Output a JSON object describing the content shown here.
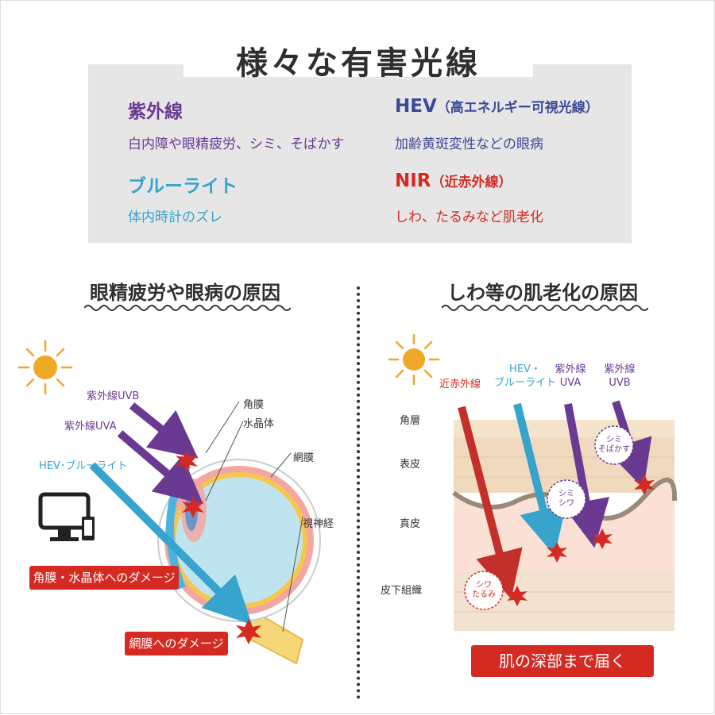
{
  "title": "様々な有害光線",
  "categories": [
    {
      "heading": "紫外線",
      "description": "白内障や眼精疲労、シミ、そばかす",
      "color": "#6a3a92"
    },
    {
      "heading": "HEV",
      "heading_sub": "（高エネルギー可視光線）",
      "description": "加齢黄斑変性などの眼病",
      "color": "#3a4a96"
    },
    {
      "heading": "ブルーライト",
      "description": "体内時計のズレ",
      "color": "#36a4cc"
    },
    {
      "heading": "NIR",
      "heading_sub": "（近赤外線）",
      "description": "しわ、たるみなど肌老化",
      "color": "#d42a22"
    }
  ],
  "eye_section": {
    "title": "眼精疲労や眼病の原因",
    "rays": [
      "紫外線UVB",
      "紫外線UVA",
      "HEV･ブルーライト"
    ],
    "parts": [
      "角膜",
      "水晶体",
      "網膜",
      "視神経"
    ],
    "damage": [
      "角膜・水晶体へのダメージ",
      "網膜へのダメージ"
    ]
  },
  "skin_section": {
    "title": "しわ等の肌老化の原因",
    "rays": [
      "近赤外線",
      "HEV・\nブルーライト",
      "紫外線\nUVA",
      "紫外線\nUVB"
    ],
    "layers": [
      "角層",
      "表皮",
      "真皮",
      "皮下組織"
    ],
    "badges": [
      "シミ\nそばかす",
      "シミ\nシワ",
      "シワ\nたるみ"
    ],
    "banner": "肌の深部まで届く"
  },
  "colors": {
    "uv": "#6a3a92",
    "hev": "#3a4a96",
    "blue": "#36a4cc",
    "nir": "#d42a22",
    "sun": "#f0a828",
    "burst": "#d42a22"
  }
}
